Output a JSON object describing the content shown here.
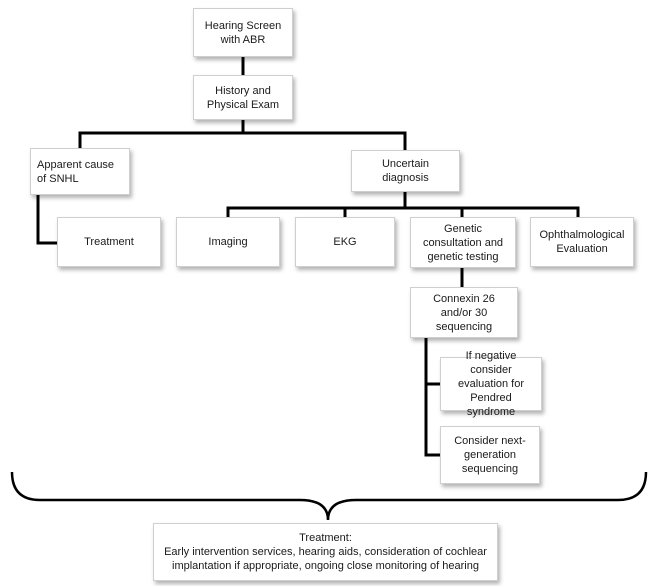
{
  "nodes": {
    "hearing_screen": "Hearing Screen with ABR",
    "history_exam": "History and Physical Exam",
    "apparent_cause": "Apparent cause of SNHL",
    "uncertain_dx": "Uncertain diagnosis",
    "treatment_small": "Treatment",
    "imaging": "Imaging",
    "ekg": "EKG",
    "genetic_consult": "Genetic consultation and genetic testing",
    "ophthalmology": "Ophthalmological Evaluation",
    "connexin": "Connexin 26 and/or 30 sequencing",
    "pendred": "If negative consider evaluation for Pendred syndrome",
    "next_gen": "Consider next-generation sequencing"
  },
  "final_treatment": {
    "heading": "Treatment:",
    "body": "Early intervention services, hearing aids, consideration of cochlear implantation if appropriate, ongoing close monitoring of hearing"
  }
}
